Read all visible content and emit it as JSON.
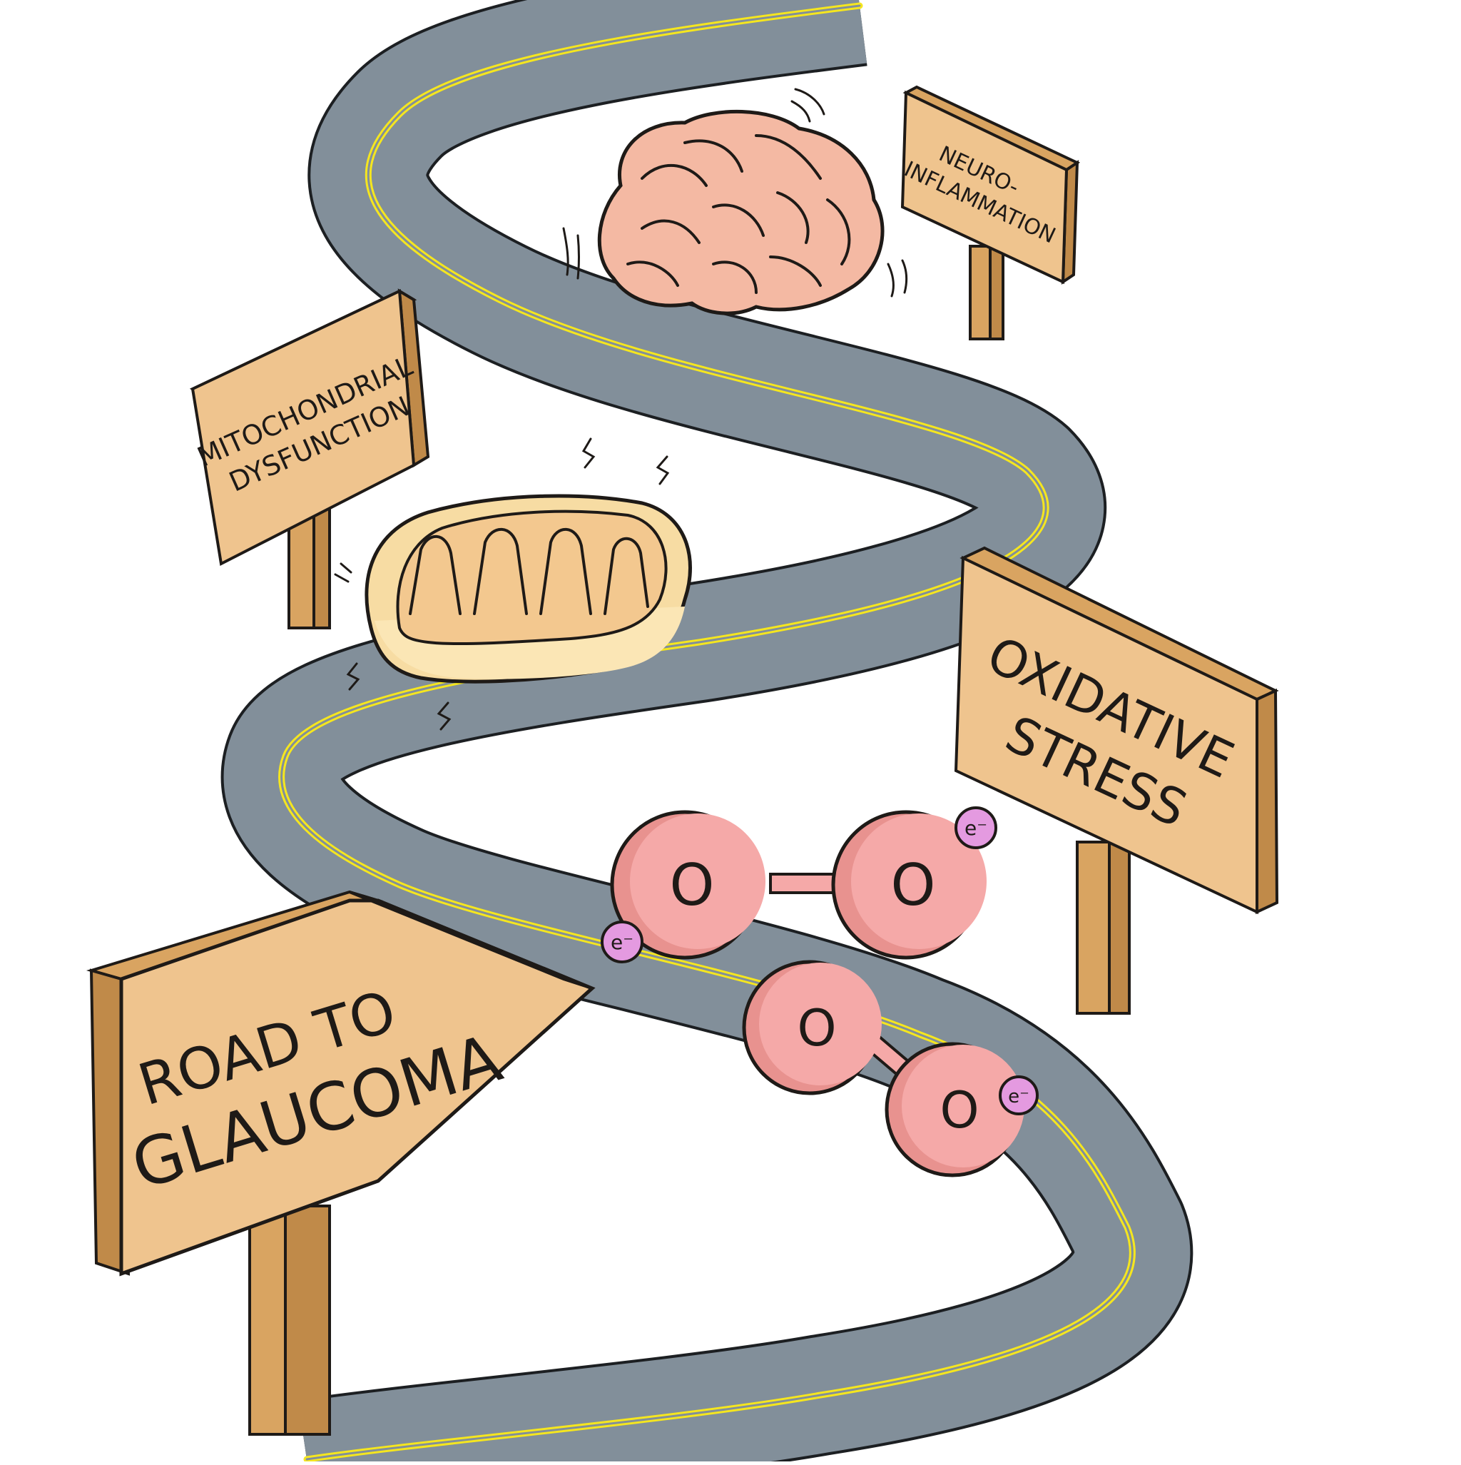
{
  "signs": {
    "road_to_glaucoma": {
      "line1": "ROAD TO",
      "line2": "GLAUCOMA"
    },
    "oxidative_stress": {
      "line1": "OXIDATIVE",
      "line2": "STRESS"
    },
    "mitochondrial_dysfunction": {
      "line1": "MITOCHONDRIAL",
      "line2": "DYSFUNCTION"
    },
    "neuroinflammation": {
      "line1": "NEURO-",
      "line2": "INFLAMMATION"
    }
  },
  "molecules": {
    "atom_label": "O",
    "electron_label": "e⁻"
  },
  "colors": {
    "road": "#828f9a",
    "road_line": "#f5e61f",
    "sign_face": "#efc48e",
    "sign_side": "#d9a461",
    "molecule": "#f5a9a8",
    "electron": "#e49ae0",
    "brain": "#f4b9a3",
    "mitochondrion": "#f7dca3"
  }
}
